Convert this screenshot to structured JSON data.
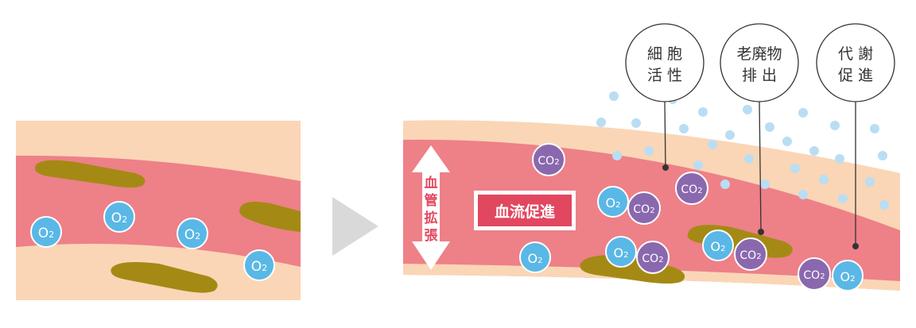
{
  "labels": {
    "dilation": [
      "血",
      "管",
      "拡",
      "張"
    ],
    "flow_box": "血流促進",
    "bubble_cell_line1": "細 胞",
    "bubble_cell_line2": "活 性",
    "bubble_waste_line1": "老廃物",
    "bubble_waste_line2": "排 出",
    "bubble_metab_line1": "代 謝",
    "bubble_metab_line2": "促 進"
  },
  "molecules": {
    "o2_main": "O",
    "o2_sub": "2",
    "co2_main": "CO",
    "co2_sub": "2"
  },
  "colors": {
    "o2_fill": "#5ab8e6",
    "co2_fill": "#8a68ae",
    "vessel_red": "#ee8088",
    "tissue_peach": "#fad6b6",
    "deposit_olive": "#a48a14",
    "flow_box_fill": "#e24760",
    "arrow_fill": "#d9d9d9",
    "dots_blue": "#b9def4"
  }
}
